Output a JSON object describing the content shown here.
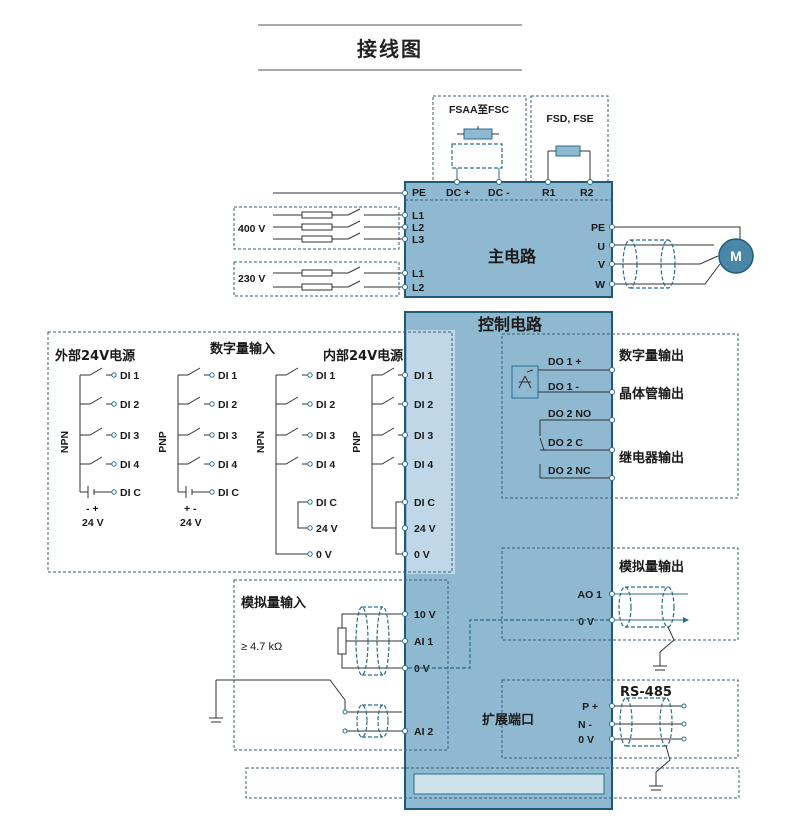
{
  "title": "接线图",
  "top_modules": {
    "fsaa_label": "FSAA至FSC",
    "fsd_label": "FSD, FSE",
    "dc_plus": "DC +",
    "dc_minus": "DC -",
    "r1": "R1",
    "r2": "R2"
  },
  "main_circuit": {
    "label": "主电路",
    "pe_left": "PE",
    "l1": "L1",
    "l2": "L2",
    "l3": "L3",
    "pe_right": "PE",
    "u": "U",
    "v": "V",
    "w": "W",
    "v400": "400 V",
    "v230": "230 V",
    "l1b": "L1",
    "l2b": "L2"
  },
  "motor": {
    "label": "M"
  },
  "control_circuit": {
    "label": "控制电路",
    "expansion_label": "扩展端口"
  },
  "digital_input": {
    "external_label": "外部24V电源",
    "digital_label": "数字量输入",
    "internal_label": "内部24V电源",
    "npn": "NPN",
    "pnp": "PNP",
    "di1": "DI 1",
    "di2": "DI 2",
    "di3": "DI 3",
    "di4": "DI 4",
    "dic": "DI C",
    "v24": "24 V",
    "v0": "0 V",
    "minus_plus": "-   +",
    "plus_minus": "+   -"
  },
  "digital_output": {
    "digital_label": "数字量输出",
    "transistor_label": "晶体管输出",
    "relay_label": "继电器输出",
    "do1p": "DO 1 +",
    "do1m": "DO 1 -",
    "do2no": "DO 2 NO",
    "do2c": "DO 2 C",
    "do2nc": "DO 2 NC"
  },
  "analog_output": {
    "label": "模拟量输出",
    "ao1": "AO 1",
    "v0": "0 V"
  },
  "analog_input": {
    "label": "模拟量输入",
    "resistor": "≥ 4.7 kΩ",
    "v10": "10 V",
    "ai1": "AI 1",
    "v0": "0 V",
    "ai2": "AI 2"
  },
  "rs485": {
    "label": "RS-485",
    "p": "P +",
    "n": "N -",
    "v0": "0 V"
  },
  "colors": {
    "panel_blue": "#8fb9d1",
    "panel_border": "#1f5a7a",
    "highlight": "#cfe2ec",
    "dash": "#3a5e78"
  }
}
